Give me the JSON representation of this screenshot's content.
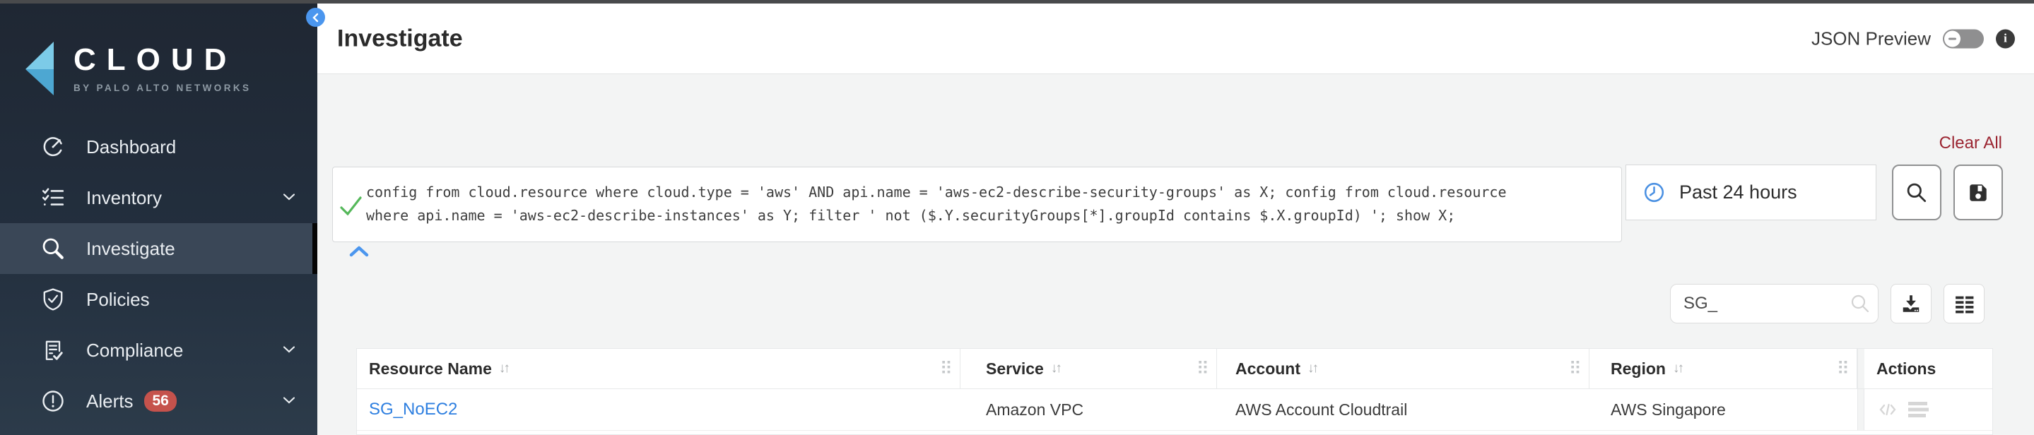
{
  "sidebar": {
    "logo": {
      "title": "CLOUD",
      "subtitle": "BY PALO ALTO NETWORKS"
    },
    "items": [
      {
        "label": "Dashboard",
        "icon": "dashboard-gauge-icon",
        "selected": false,
        "expandable": false
      },
      {
        "label": "Inventory",
        "icon": "inventory-checklist-icon",
        "selected": false,
        "expandable": true
      },
      {
        "label": "Investigate",
        "icon": "investigate-search-icon",
        "selected": true,
        "expandable": false
      },
      {
        "label": "Policies",
        "icon": "policies-shield-icon",
        "selected": false,
        "expandable": false
      },
      {
        "label": "Compliance",
        "icon": "compliance-doc-icon",
        "selected": false,
        "expandable": true
      },
      {
        "label": "Alerts",
        "icon": "alerts-warning-icon",
        "selected": false,
        "expandable": true,
        "badge": "56"
      }
    ]
  },
  "header": {
    "title": "Investigate",
    "json_preview_label": "JSON Preview",
    "json_preview_on": false
  },
  "query": {
    "status": "valid",
    "line1": "config from cloud.resource where cloud.type = 'aws' AND api.name = 'aws-ec2-describe-security-groups' as X; config from cloud.resource",
    "line2": "where api.name = 'aws-ec2-describe-instances' as Y; filter ' not ($.Y.securityGroups[*].groupId contains $.X.groupId) '; show X;",
    "time_range": "Past 24 hours",
    "clear_all_label": "Clear All"
  },
  "toolbar": {
    "search_value": "SG_"
  },
  "table": {
    "columns": [
      {
        "label": "Resource Name",
        "sortable": true
      },
      {
        "label": "Service",
        "sortable": true
      },
      {
        "label": "Account",
        "sortable": true
      },
      {
        "label": "Region",
        "sortable": true
      },
      {
        "label": "Actions",
        "sortable": false
      }
    ],
    "rows": [
      {
        "resource_name": "SG_NoEC2",
        "service": "Amazon VPC",
        "account": "AWS Account Cloudtrail",
        "region": "AWS Singapore"
      }
    ]
  },
  "colors": {
    "accent_blue": "#4b96ee",
    "alert_badge_red": "#c5524c",
    "clear_all_red": "#9b2531",
    "link_blue": "#2e7fe0",
    "check_green": "#55b85a",
    "sidebar_top": "#1f2733",
    "sidebar_bottom": "#2c3b4a"
  }
}
